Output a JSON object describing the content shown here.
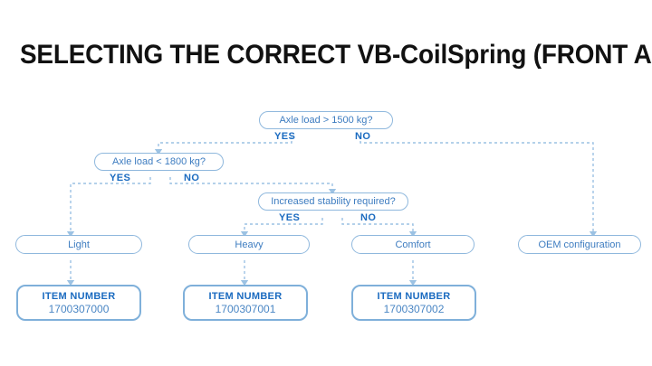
{
  "title": "SELECTING THE CORRECT VB-CoilSpring (FRONT AXLE)",
  "colors": {
    "background": "#ffffff",
    "title_text": "#111111",
    "node_border": "#8fb8dd",
    "node_text": "#3d7cc0",
    "label_text": "#1b6bc0",
    "connector": "#9cc2e3",
    "item_border": "#7fb0da"
  },
  "chart_data": {
    "type": "diagram",
    "title": "SELECTING THE CORRECT VB-CoilSpring (FRONT AXLE)",
    "nodes": [
      {
        "id": "q1",
        "kind": "decision",
        "label": "Axle load > 1500 kg?"
      },
      {
        "id": "q2",
        "kind": "decision",
        "label": "Axle load < 1800 kg?"
      },
      {
        "id": "q3",
        "kind": "decision",
        "label": "Increased stability required?"
      },
      {
        "id": "r1",
        "kind": "result",
        "label": "Light"
      },
      {
        "id": "r2",
        "kind": "result",
        "label": "Heavy"
      },
      {
        "id": "r3",
        "kind": "result",
        "label": "Comfort"
      },
      {
        "id": "r4",
        "kind": "result",
        "label": "OEM configuration"
      },
      {
        "id": "i1",
        "kind": "item",
        "heading": "ITEM NUMBER",
        "value": "1700307000"
      },
      {
        "id": "i2",
        "kind": "item",
        "heading": "ITEM NUMBER",
        "value": "1700307001"
      },
      {
        "id": "i3",
        "kind": "item",
        "heading": "ITEM NUMBER",
        "value": "1700307002"
      }
    ],
    "edges": [
      {
        "from": "q1",
        "to": "q2",
        "label": "YES"
      },
      {
        "from": "q1",
        "to": "r4",
        "label": "NO"
      },
      {
        "from": "q2",
        "to": "r1",
        "label": "YES"
      },
      {
        "from": "q2",
        "to": "q3",
        "label": "NO"
      },
      {
        "from": "q3",
        "to": "r2",
        "label": "YES"
      },
      {
        "from": "q3",
        "to": "r3",
        "label": "NO"
      },
      {
        "from": "r1",
        "to": "i1",
        "label": ""
      },
      {
        "from": "r2",
        "to": "i2",
        "label": ""
      },
      {
        "from": "r3",
        "to": "i3",
        "label": ""
      }
    ]
  },
  "nodes": {
    "q1": {
      "label": "Axle load > 1500 kg?",
      "yes": "YES",
      "no": "NO"
    },
    "q2": {
      "label": "Axle load < 1800 kg?",
      "yes": "YES",
      "no": "NO"
    },
    "q3": {
      "label": "Increased stability required?",
      "yes": "YES",
      "no": "NO"
    },
    "r1": {
      "label": "Light"
    },
    "r2": {
      "label": "Heavy"
    },
    "r3": {
      "label": "Comfort"
    },
    "r4": {
      "label": "OEM configuration"
    },
    "i1": {
      "heading": "ITEM NUMBER",
      "value": "1700307000"
    },
    "i2": {
      "heading": "ITEM NUMBER",
      "value": "1700307001"
    },
    "i3": {
      "heading": "ITEM NUMBER",
      "value": "1700307002"
    }
  }
}
